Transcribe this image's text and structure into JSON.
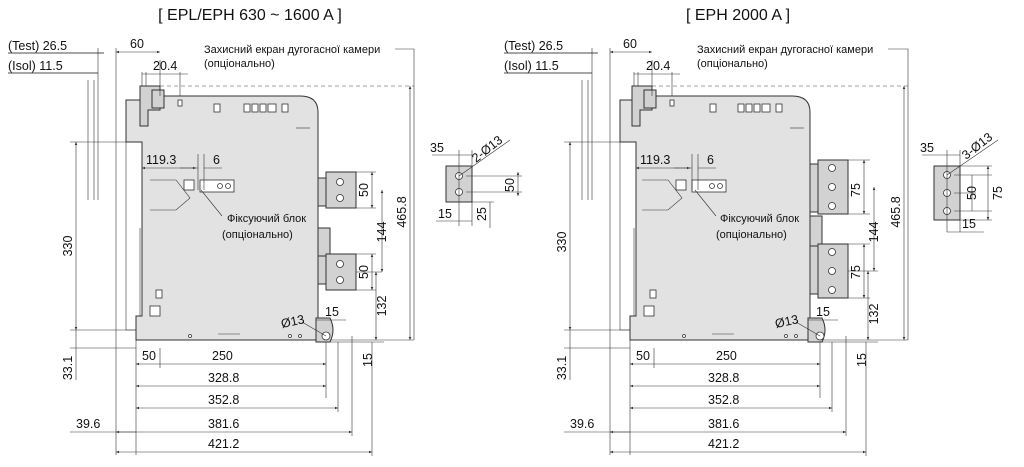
{
  "left": {
    "title": "[ EPL/EPH 630 ~ 1600 A ]",
    "test": "(Test) 26.5",
    "isol": "(Isol) 11.5",
    "d60": "60",
    "d20_4": "20.4",
    "shield_note": [
      "Захисний екран дугогасної камери",
      "(опціонально)"
    ],
    "d119_3": "119.3",
    "d6": "6",
    "lock_note": [
      "Фіксуючий блок",
      "(опціонально)"
    ],
    "d330": "330",
    "d50_top": "50",
    "d144": "144",
    "d50_bot": "50",
    "d132": "132",
    "d465_8": "465.8",
    "hole": "Ø13",
    "d15_hole": "15",
    "d15_v": "15",
    "d33_1": "33.1",
    "d50_h": "50",
    "d250": "250",
    "d328_8": "328.8",
    "d352_8": "352.8",
    "d39_6": "39.6",
    "d381_6": "381.6",
    "d421_2": "421.2",
    "term": {
      "d35": "35",
      "holes": "2-Ø13",
      "d50": "50",
      "d15": "15",
      "d25": "25"
    }
  },
  "right": {
    "title": "[ EPH 2000 A ]",
    "test": "(Test) 26.5",
    "isol": "(Isol) 11.5",
    "d60": "60",
    "d20_4": "20.4",
    "shield_note": [
      "Захисний екран дугогасної камери",
      "(опціонально)"
    ],
    "d119_3": "119.3",
    "d6": "6",
    "lock_note": [
      "Фіксуючий блок",
      "(опціонально)"
    ],
    "d330": "330",
    "d75_top": "75",
    "d144": "144",
    "d75_bot": "75",
    "d132": "132",
    "d465_8": "465.8",
    "hole": "Ø13",
    "d15_hole": "15",
    "d15_v": "15",
    "d33_1": "33.1",
    "d50_h": "50",
    "d250": "250",
    "d328_8": "328.8",
    "d352_8": "352.8",
    "d39_6": "39.6",
    "d381_6": "381.6",
    "d421_2": "421.2",
    "term": {
      "d35": "35",
      "holes": "3-Ø13",
      "d50": "50",
      "d75": "75",
      "d15": "15"
    }
  }
}
